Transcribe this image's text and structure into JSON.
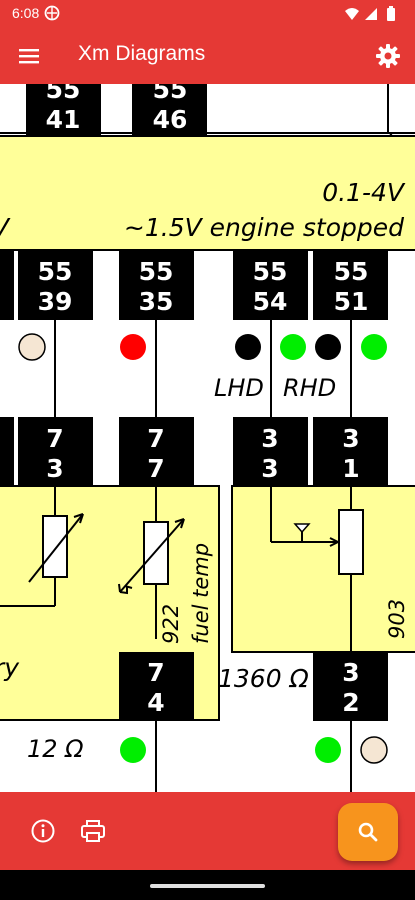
{
  "status_bar": {
    "time": "6:08",
    "icons": [
      "location-icon",
      "wifi-icon",
      "signal-icon",
      "battery-icon"
    ]
  },
  "app_bar": {
    "title": "Xm Diagrams",
    "menu_icon": "hamburger-menu-icon",
    "settings_icon": "gear-icon",
    "color": "#e53935"
  },
  "diagram": {
    "voltage_range": "0.1-4V",
    "voltage_note": "~1.5V engine stopped",
    "left_voltage_fragment": "V",
    "connectors_top": [
      {
        "line1": "55",
        "line2": "41"
      },
      {
        "line1": "55",
        "line2": "46"
      }
    ],
    "connectors_mid": [
      {
        "line1": "55",
        "line2": "39"
      },
      {
        "line1": "55",
        "line2": "35"
      },
      {
        "line1": "55",
        "line2": "54"
      },
      {
        "line1": "55",
        "line2": "51"
      }
    ],
    "connectors_low": [
      {
        "line1": "7",
        "line2": "3"
      },
      {
        "line1": "7",
        "line2": "7"
      },
      {
        "line1": "3",
        "line2": "3"
      },
      {
        "line1": "3",
        "line2": "1"
      }
    ],
    "connectors_bottom": [
      {
        "line1": "7",
        "line2": "4"
      },
      {
        "line1": "3",
        "line2": "2"
      }
    ],
    "lhd_label": "LHD",
    "rhd_label": "RHD",
    "sensor_number": "922",
    "sensor_name": "fuel temp",
    "component_number": "903",
    "left_text_fragment": "ry",
    "resistance_left": "12 Ω",
    "resistance_right": "1360 Ω",
    "colors": {
      "panel_fill": "#ffff99",
      "connector_fill": "#000000",
      "dot_red": "#ff0000",
      "dot_green": "#00ee00",
      "dot_beige": "#f5e6d3",
      "dot_black": "#000000"
    }
  },
  "bottom_bar": {
    "info_icon": "info-icon",
    "print_icon": "print-icon",
    "search_icon": "search-icon",
    "fab_color": "#f7941d"
  }
}
